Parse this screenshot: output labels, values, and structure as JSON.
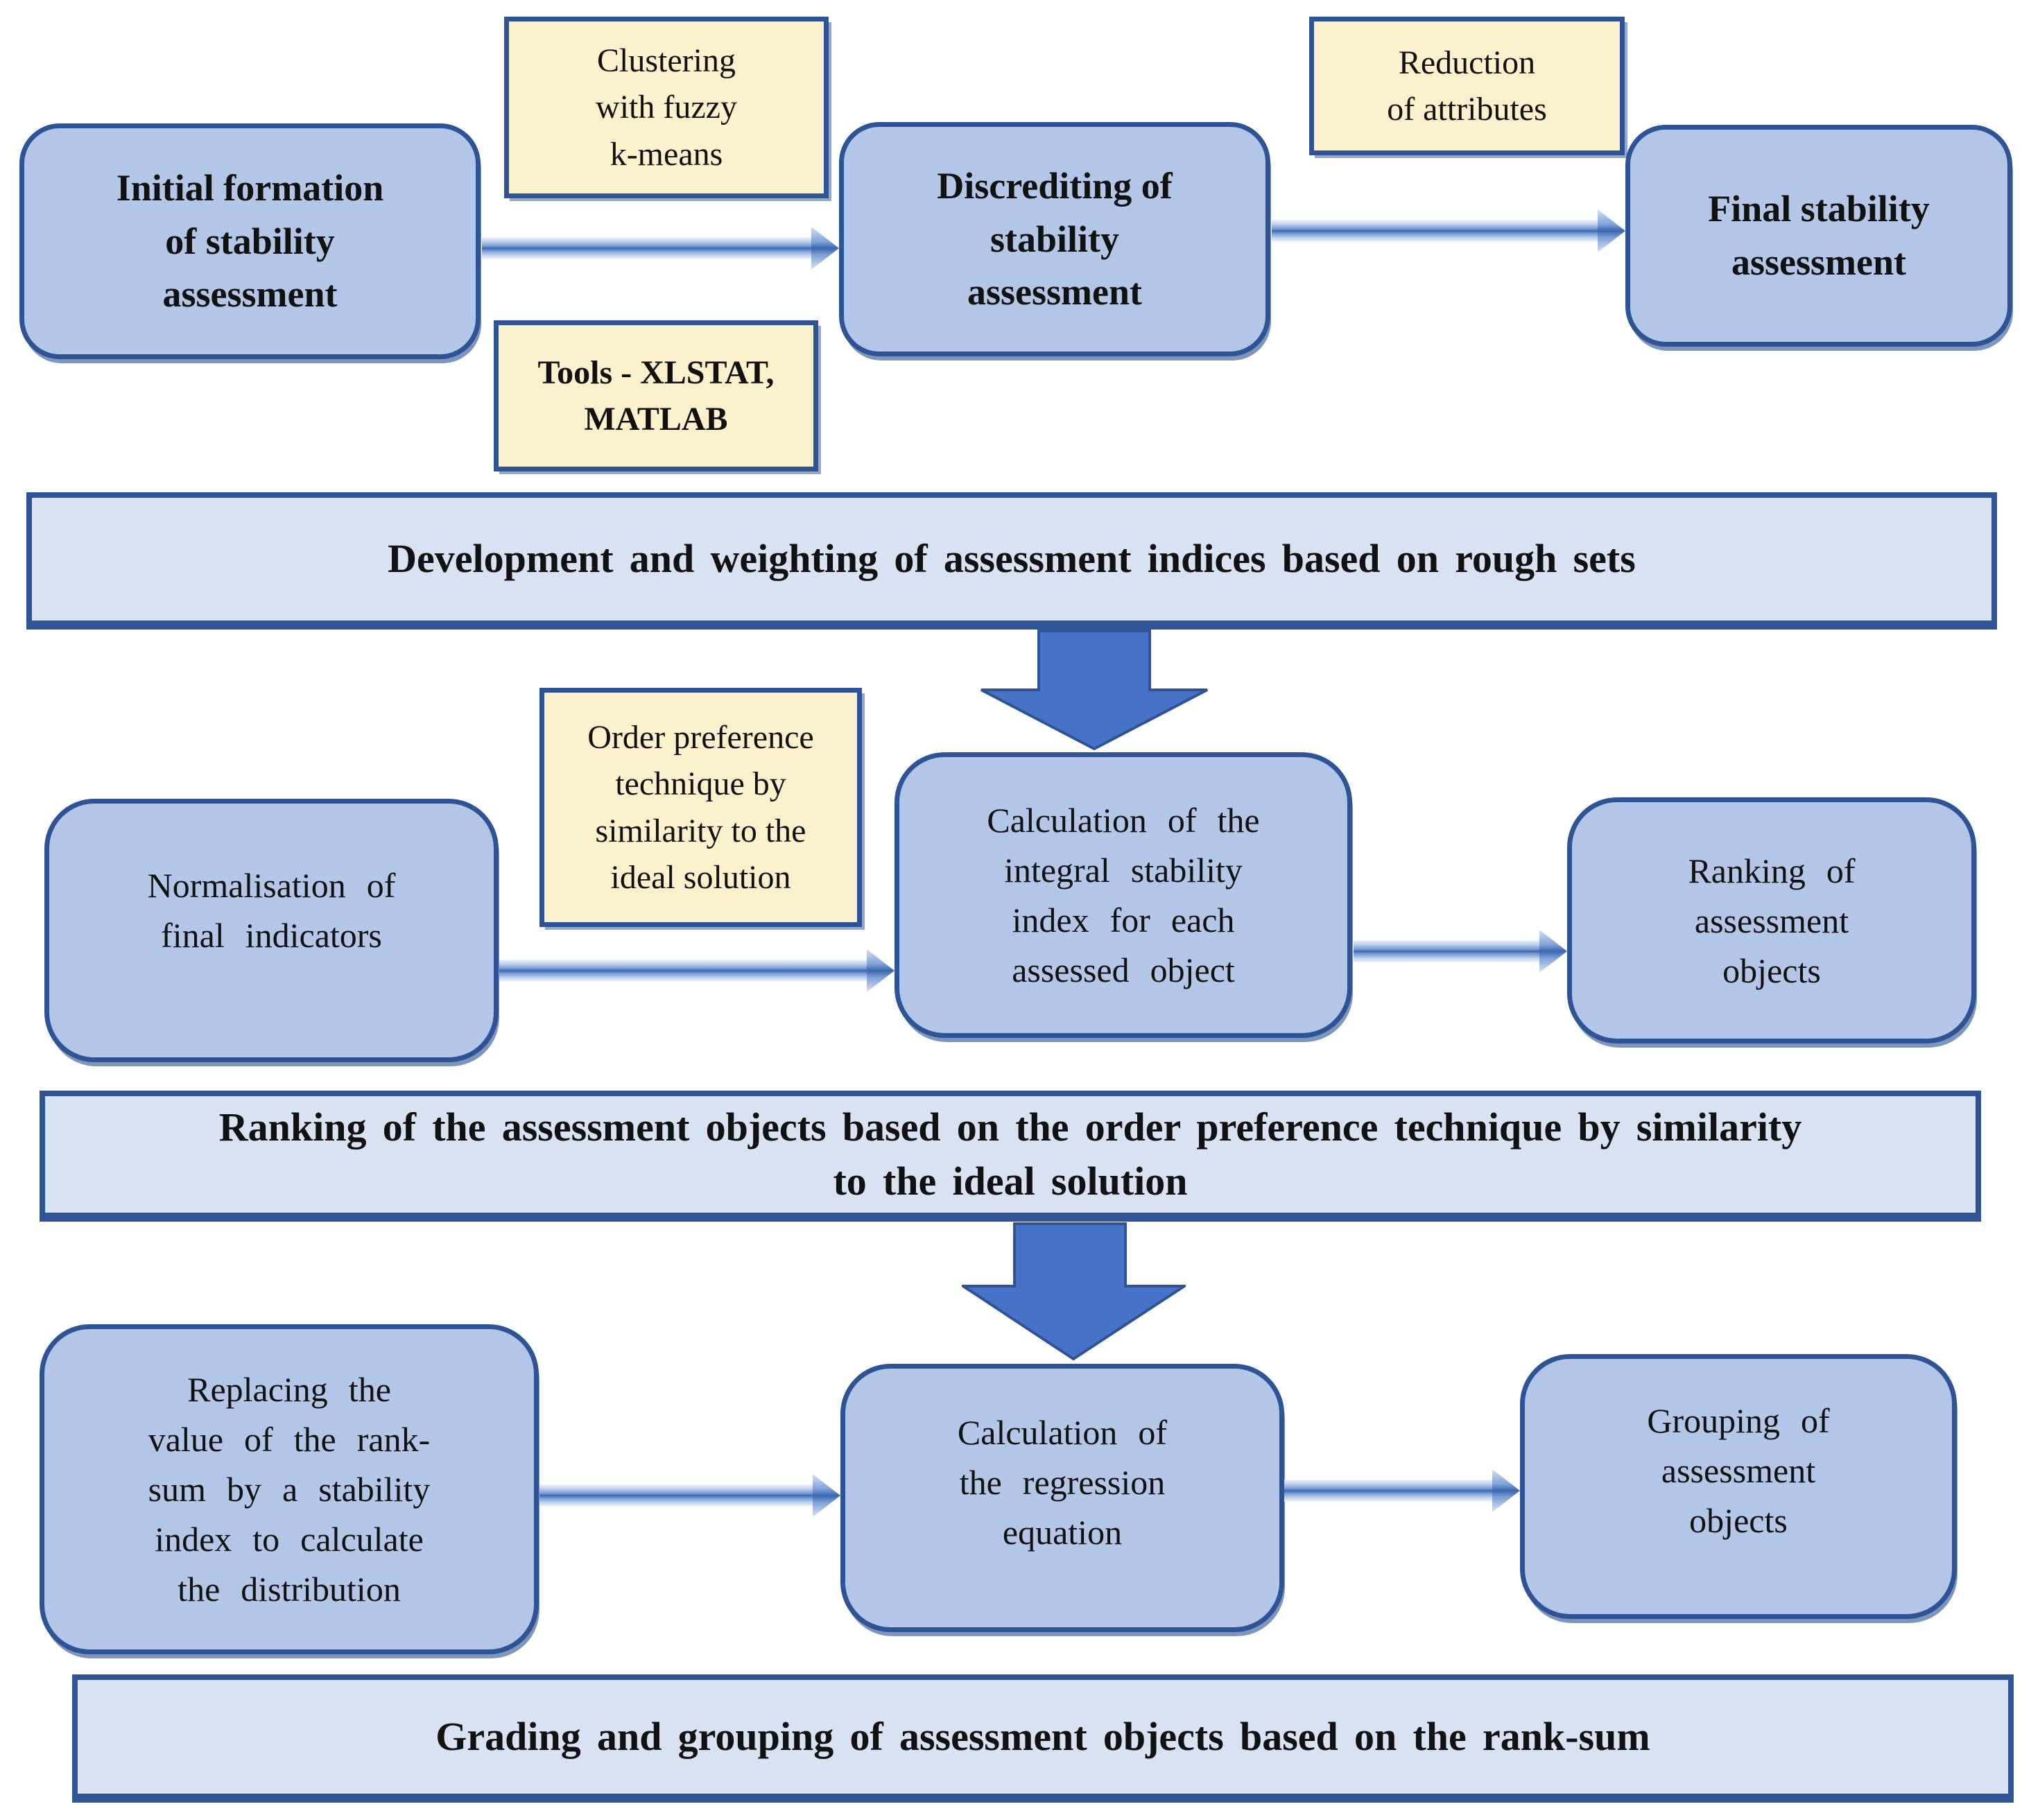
{
  "colors": {
    "box_fill": "#b4c6e7",
    "note_fill": "#fcf1cd",
    "banner_fill": "#d9e2f3",
    "border": "#2f5496",
    "block_arrow_fill": "#4673c8",
    "arrow_core": "#3a66b0"
  },
  "row1": {
    "initial": [
      "Initial formation",
      "of stability",
      "assessment"
    ],
    "clustering": [
      "Clustering",
      "with fuzzy",
      "k-means"
    ],
    "discrediting": [
      "Discrediting of",
      "stability",
      "assessment"
    ],
    "tools": [
      "Tools - XLSTAT,",
      "MATLAB"
    ],
    "reduction": [
      "Reduction",
      "of attributes"
    ],
    "final": [
      "Final stability",
      "assessment"
    ]
  },
  "banners": {
    "rough_sets": "Development and weighting of assessment indices based on rough sets",
    "ranking_line1": "Ranking of the assessment objects based on the order preference technique by similarity",
    "ranking_line2": "to the ideal solution",
    "grading": "Grading and grouping of assessment objects based on the rank-sum"
  },
  "row2": {
    "normalisation": [
      "Normalisation of",
      "final indicators"
    ],
    "order_preference": [
      "Order preference",
      "technique by",
      "similarity to the",
      "ideal solution"
    ],
    "integral": [
      "Calculation of the",
      "integral stability",
      "index for each",
      "assessed object"
    ],
    "ranking": [
      "Ranking of",
      "assessment",
      "objects"
    ]
  },
  "row3": {
    "replacing": [
      "Replacing the",
      "value of the rank-",
      "sum by a stability",
      "index to calculate",
      "the distribution"
    ],
    "regression": [
      "Calculation of",
      "the regression",
      "equation"
    ],
    "grouping": [
      "Grouping of",
      "assessment",
      "objects"
    ]
  }
}
